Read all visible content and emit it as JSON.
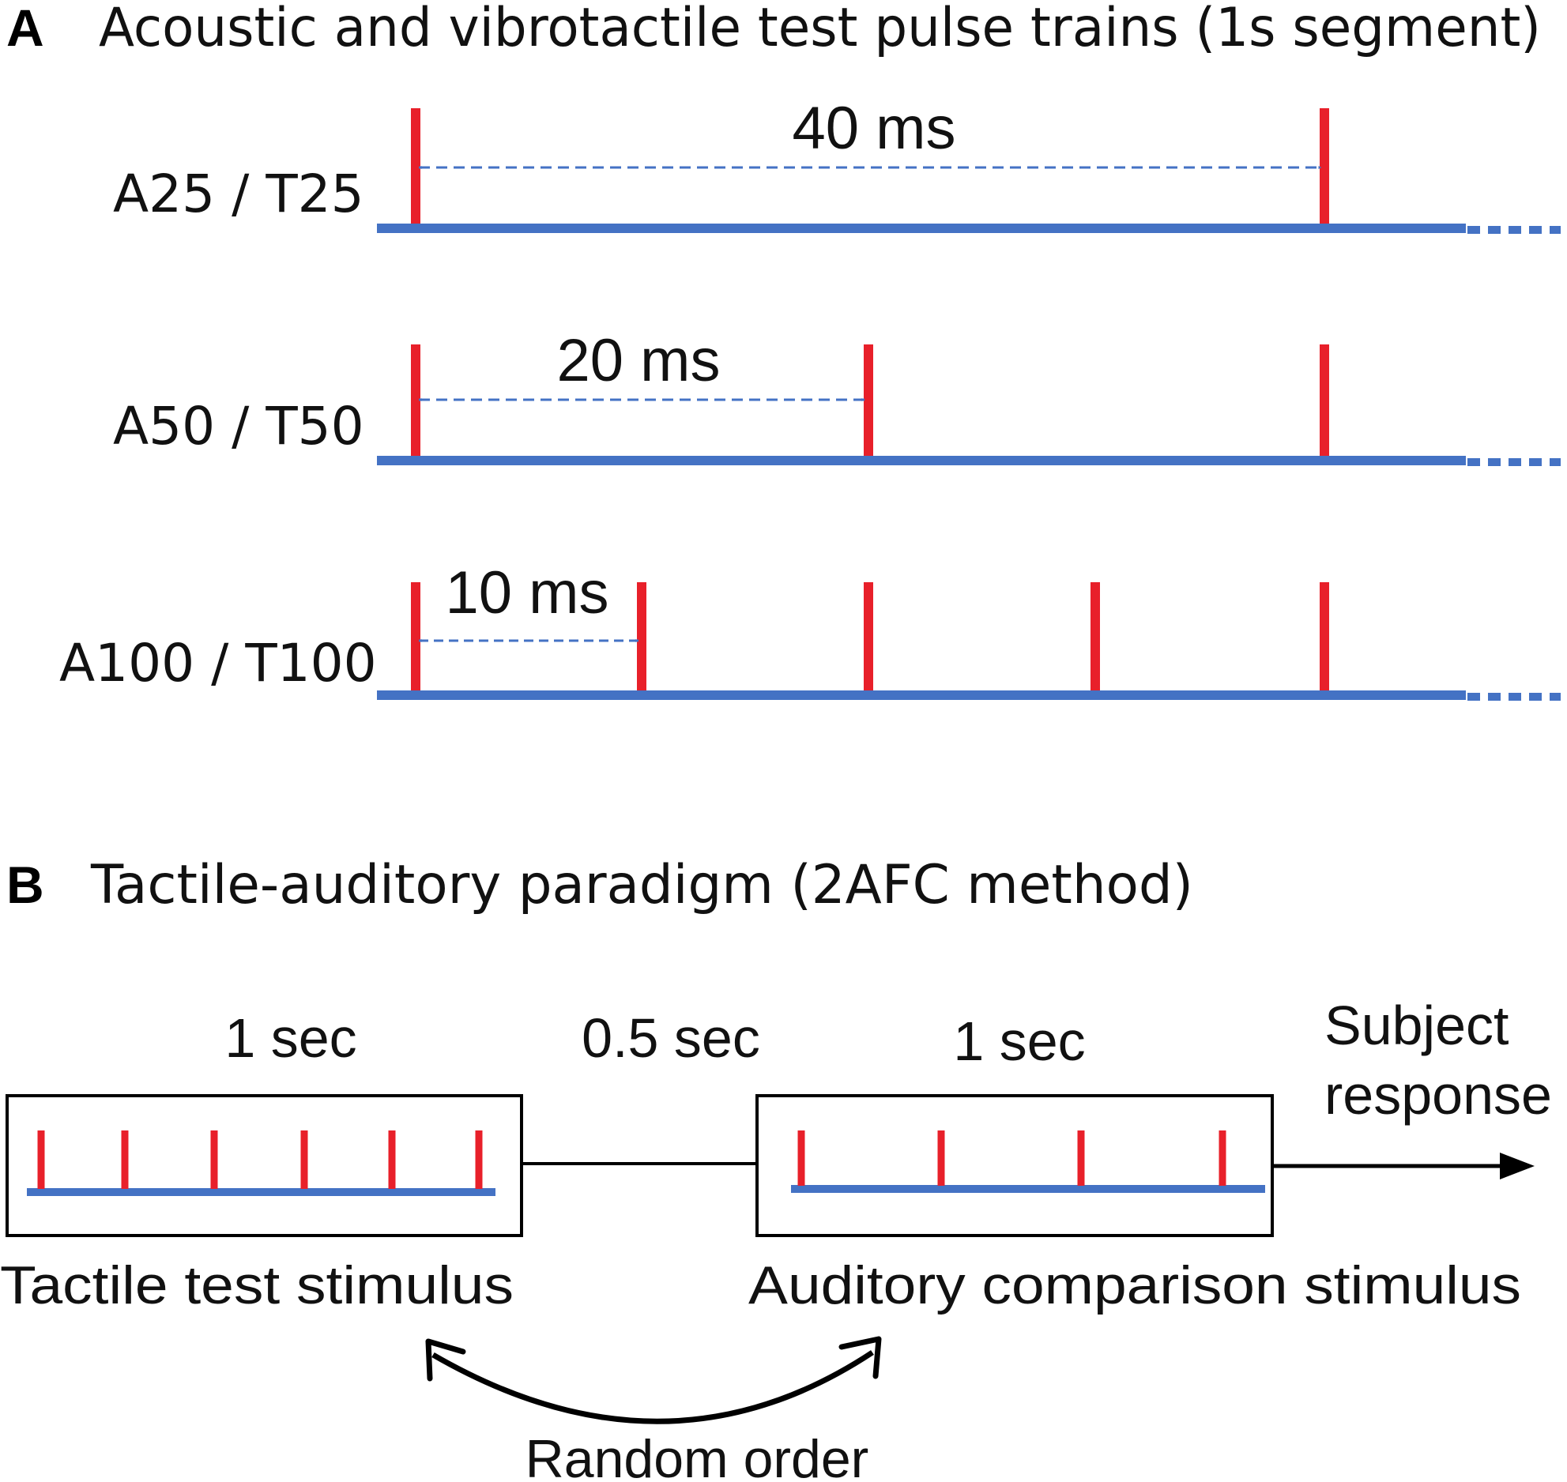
{
  "colors": {
    "pulse": "#e8202a",
    "baseline": "#4472c4",
    "ink": "#111111"
  },
  "panel_a": {
    "letter": "A",
    "title": "Acoustic and vibrotactile test pulse trains (1s segment)",
    "rows": [
      {
        "label": "A25 / T25",
        "interval": "40 ms",
        "interval_ms": 40
      },
      {
        "label": "A50 / T50",
        "interval": "20 ms",
        "interval_ms": 20
      },
      {
        "label": "A100 / T100",
        "interval": "10 ms",
        "interval_ms": 10
      }
    ]
  },
  "panel_b": {
    "letter": "B",
    "title": "Tactile-auditory paradigm (2AFC method)",
    "test_duration": "1 sec",
    "gap_duration": "0.5 sec",
    "comparison_duration": "1 sec",
    "response_line1": "Subject",
    "response_line2": "response",
    "test_caption": "Tactile test stimulus",
    "comparison_caption": "Auditory comparison stimulus",
    "order_note": "Random order"
  }
}
